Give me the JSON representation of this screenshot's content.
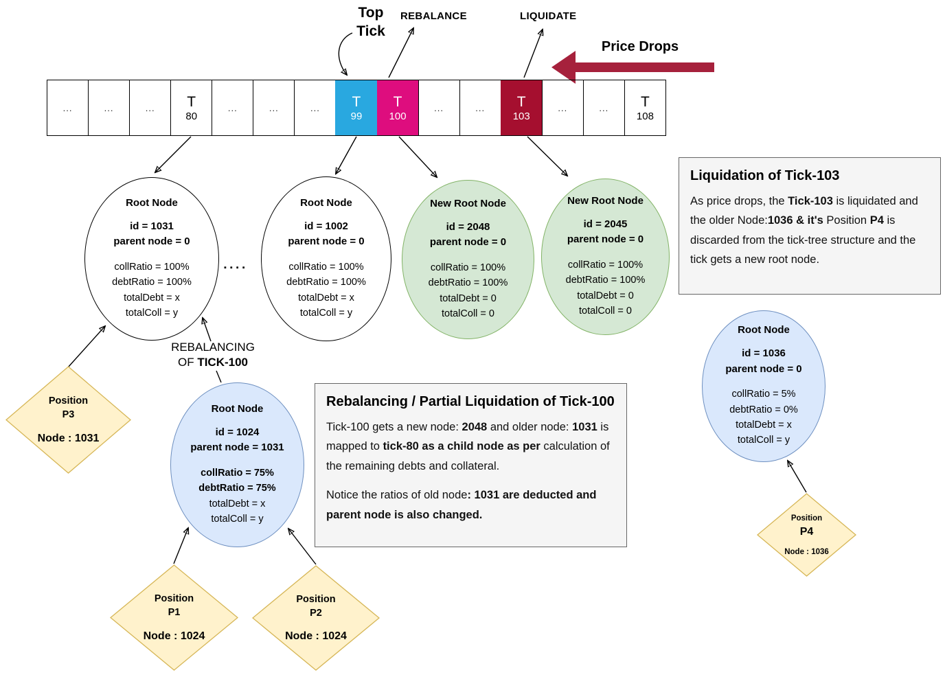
{
  "colors": {
    "tick_blue": "#29A8E0",
    "tick_pink": "#DE0D7E",
    "tick_red": "#A50F2F",
    "price_arrow_red": "#A6213C",
    "node_green_fill": "#D5E8D4",
    "node_green_border": "#82B366",
    "node_blue_fill": "#DAE8FC",
    "node_blue_border": "#6C8EBF",
    "diamond_fill": "#FFF2CC",
    "diamond_border": "#D6B656",
    "infobox_fill": "#F5F5F5",
    "infobox_border": "#666666"
  },
  "top_labels": {
    "top_tick_line1": "Top",
    "top_tick_line2": "Tick",
    "rebalance": "REBALANCE",
    "liquidate": "LIQUIDATE",
    "price_drops": "Price Drops"
  },
  "tick_bar": {
    "cells": [
      {
        "label": "...",
        "sub": "",
        "variant": "plain"
      },
      {
        "label": "...",
        "sub": "",
        "variant": "plain"
      },
      {
        "label": "...",
        "sub": "",
        "variant": "plain"
      },
      {
        "label": "T",
        "sub": "80",
        "variant": "plain"
      },
      {
        "label": "...",
        "sub": "",
        "variant": "plain"
      },
      {
        "label": "...",
        "sub": "",
        "variant": "plain"
      },
      {
        "label": "...",
        "sub": "",
        "variant": "plain"
      },
      {
        "label": "T",
        "sub": "99",
        "variant": "blue"
      },
      {
        "label": "T",
        "sub": "100",
        "variant": "pink"
      },
      {
        "label": "...",
        "sub": "",
        "variant": "plain"
      },
      {
        "label": "...",
        "sub": "",
        "variant": "plain"
      },
      {
        "label": "T",
        "sub": "103",
        "variant": "red"
      },
      {
        "label": "...",
        "sub": "",
        "variant": "plain"
      },
      {
        "label": "...",
        "sub": "",
        "variant": "plain"
      },
      {
        "label": "T",
        "sub": "108",
        "variant": "plain"
      }
    ]
  },
  "nodes": [
    {
      "title": "Root Node",
      "id_line": "id = 1031",
      "parent_line": "parent node = 0",
      "stats": [
        "collRatio = 100%",
        "debtRatio = 100%",
        "totalDebt = x",
        "totalColl = y"
      ]
    },
    {
      "title": "Root Node",
      "id_line": "id = 1002",
      "parent_line": "parent node = 0",
      "stats": [
        "collRatio = 100%",
        "debtRatio = 100%",
        "totalDebt = x",
        "totalColl = y"
      ]
    },
    {
      "title": "New Root Node",
      "id_line": "id = 2048",
      "parent_line": "parent node = 0",
      "stats": [
        "collRatio = 100%",
        "debtRatio = 100%",
        "totalDebt = 0",
        "totalColl = 0"
      ]
    },
    {
      "title": "New Root Node",
      "id_line": "id = 2045",
      "parent_line": "parent node = 0",
      "stats": [
        "collRatio = 100%",
        "debtRatio = 100%",
        "totalDebt = 0",
        "totalColl = 0"
      ]
    },
    {
      "title": "Root Node",
      "id_line": "id = 1036",
      "parent_line": "parent node = 0",
      "stats": [
        "collRatio = 5%",
        "debtRatio = 0%",
        "totalDebt = x",
        "totalColl = y"
      ]
    },
    {
      "title": "Root Node",
      "id_line": "id = 1024",
      "parent_line": "parent node = 1031",
      "stats": [
        "collRatio = 75%",
        "debtRatio = 75%",
        "totalDebt = x",
        "totalColl = y"
      ]
    }
  ],
  "positions": [
    {
      "title": "Position",
      "name": "P3",
      "node": "Node : 1031"
    },
    {
      "title": "Position",
      "name": "P1",
      "node": "Node : 1024"
    },
    {
      "title": "Position",
      "name": "P2",
      "node": "Node : 1024"
    },
    {
      "title": "Position",
      "name": "P4",
      "node": "Node : 1036"
    }
  ],
  "labels": {
    "rebalancing_line1": "REBALANCING",
    "rebalancing_line2_prefix": "OF ",
    "rebalancing_line2_bold": "TICK-100",
    "separator_dots": "▪▪▪▪"
  },
  "boxes": {
    "liquidation": {
      "title": "Liquidation of Tick-103",
      "body": [
        {
          "t": "As price drops, the "
        },
        {
          "t": "Tick-103"
        },
        {
          "t": " is liquidated and the older Node:"
        },
        {
          "t": "1036 & it's"
        },
        {
          "t": " Position "
        },
        {
          "t": "P4"
        },
        {
          "t": " is discarded from the tick-tree structure and the tick gets a new root node."
        }
      ]
    },
    "rebalancing": {
      "title": "Rebalancing / Partial Liquidation of Tick-100",
      "para1": [
        {
          "t": "Tick-100 gets a new node: "
        },
        {
          "t": "2048"
        },
        {
          "t": " and older node: "
        },
        {
          "t": "1031"
        },
        {
          "t": " is mapped to "
        },
        {
          "t": "tick-80 as a child node as per"
        },
        {
          "t": " calculation of the remaining debts and collateral."
        }
      ],
      "para2": [
        {
          "t": "Notice the ratios of old node"
        },
        {
          "t": ": 1031 are deducted and parent node is also changed."
        }
      ]
    }
  }
}
